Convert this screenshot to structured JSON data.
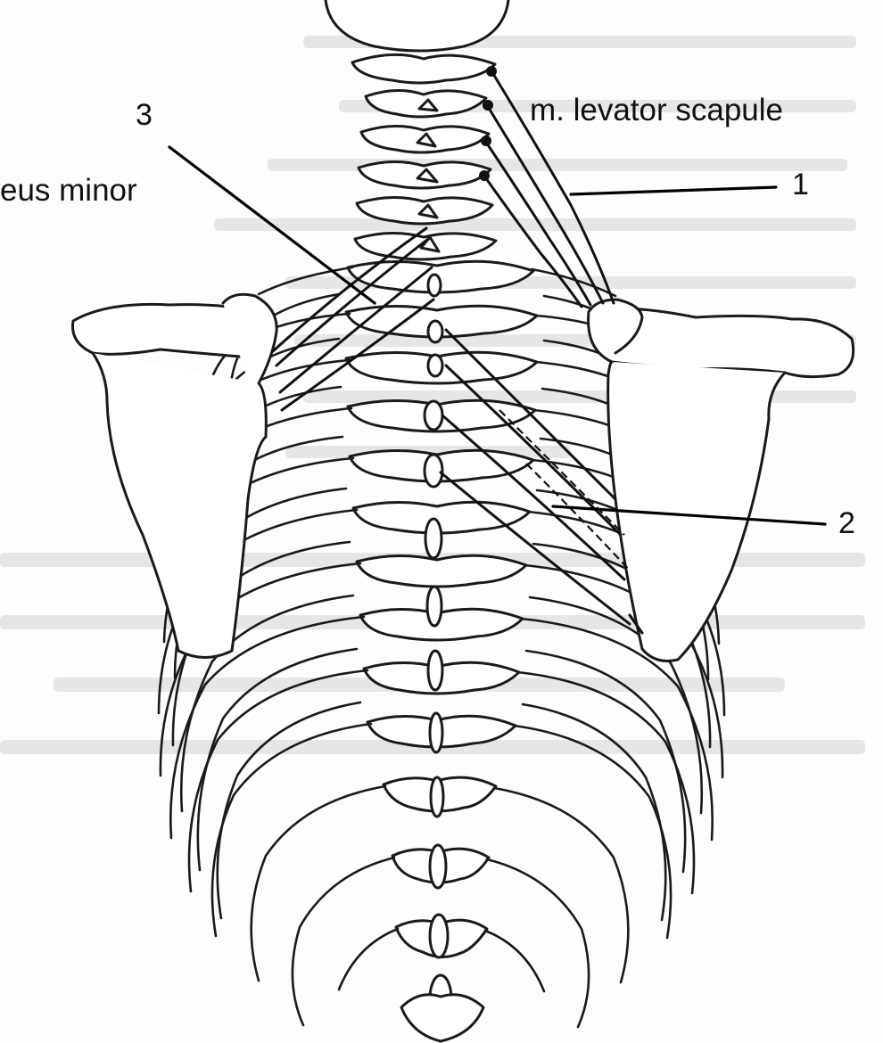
{
  "labels": {
    "levator": "m. levator scapule",
    "rhomboid": "eus minor",
    "n1": "1",
    "n2": "2",
    "n3": "3"
  },
  "colors": {
    "ink": "#111111",
    "bleed_text": "#d4d4d4",
    "paper": "#fdfdfd"
  }
}
